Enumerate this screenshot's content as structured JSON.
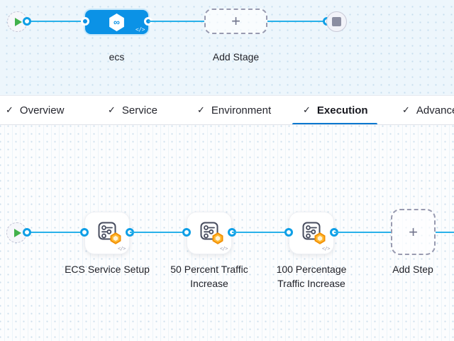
{
  "canvas_top": {
    "stage_name": "ecs",
    "add_stage_label": "Add Stage",
    "plus_glyph": "+",
    "code_icon_glyph": "</>"
  },
  "tab_bar": {
    "tabs": [
      {
        "check": "✓",
        "label": "Overview"
      },
      {
        "check": "✓",
        "label": "Service"
      },
      {
        "check": "✓",
        "label": "Environment"
      },
      {
        "check": "✓",
        "label": "Execution",
        "active": true
      },
      {
        "check": "✓",
        "label": "Advanced"
      }
    ]
  },
  "canvas_bottom": {
    "steps": [
      {
        "label": "ECS Service Setup"
      },
      {
        "label": "50 Percent Traffic Increase"
      },
      {
        "label": "100 Percentage Traffic Increase"
      }
    ],
    "add_step_label": "Add Step",
    "plus_glyph": "+",
    "code_icon_glyph": "</>"
  },
  "colors": {
    "connector": "#29b1e9",
    "stage_node_blue": "#0b92e6",
    "tab_underline_blue": "#0b78d0",
    "play_green": "#42b14b",
    "stop_gray": "#8b8ea1",
    "badge_orange": "#f28f01"
  }
}
